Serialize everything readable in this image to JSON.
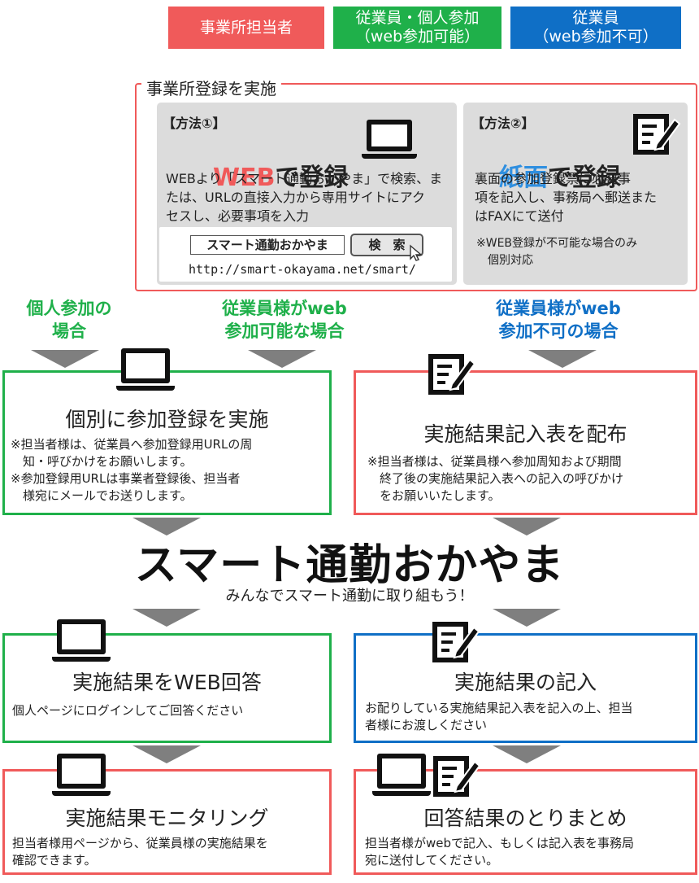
{
  "legend": [
    {
      "label": "事業所担当者",
      "color": "#f05a5a"
    },
    {
      "label": "従業員・個人参加\n（web参加可能）",
      "color": "#1fb04a"
    },
    {
      "label": "従業員\n（web参加不可）",
      "color": "#0f6fc6"
    }
  ],
  "registration": {
    "title": "事業所登録を実施",
    "method1": {
      "tag": "【方法①】",
      "heading_accent": "WEB",
      "heading_rest": "で登録",
      "body": "WEBより「スマート通勤おかやま」で検索、ま\nたは、URLの直接入力から専用サイトにアク\nセスし、必要事項を入力",
      "search_value": "スマート通勤おかやま",
      "search_button": "検　索",
      "url": "http://smart-okayama.net/smart/"
    },
    "method2": {
      "tag": "【方法②】",
      "heading_accent": "紙面",
      "heading_rest": "で登録",
      "body": "裏面の参加登録票に必要事\n項を記入し、事務局へ郵送また\nはFAXにて送付",
      "note": "※WEB登録が不可能な場合のみ\n　個別対応"
    }
  },
  "categories": {
    "individual": "個人参加の\n場合",
    "web_ok": "従業員様がweb\n参加可能な場合",
    "web_ng": "従業員様がweb\n参加不可の場合"
  },
  "step1_left": {
    "title": "個別に参加登録を実施",
    "body": "※担当者様は、従業員へ参加登録用URLの周\n　知・呼びかけをお願いします。\n※参加登録用URLは事業者登録後、担当者\n　様宛にメールでお送りします。"
  },
  "step1_right": {
    "title": "実施結果記入表を配布",
    "body": "※担当者様は、従業員様へ参加周知および期間\n　終了後の実施結果記入表への記入の呼びかけ\n　をお願いいたします。"
  },
  "brand": {
    "logo_text": "スマート通勤おかやま",
    "slogan": "みんなでスマート通勤に取り組もう！"
  },
  "step2_left": {
    "title": "実施結果をWEB回答",
    "body": "個人ページにログインしてご回答ください"
  },
  "step2_right": {
    "title": "実施結果の記入",
    "body": "お配りしている実施結果記入表を記入の上、担当\n者様にお渡しください"
  },
  "step3_left": {
    "title": "実施結果モニタリング",
    "body": "担当者様用ページから、従業員様の実施結果を\n確認できます。"
  },
  "step3_right": {
    "title": "回答結果のとりまとめ",
    "body": "担当者様がwebで記入、もしくは記入表を事務局\n宛に送付してください。"
  },
  "colors": {
    "red": "#f05a5a",
    "green": "#1fb04a",
    "blue": "#0f6fc6",
    "arrow": "#7f7f7f",
    "panel": "#dcdcdc"
  }
}
